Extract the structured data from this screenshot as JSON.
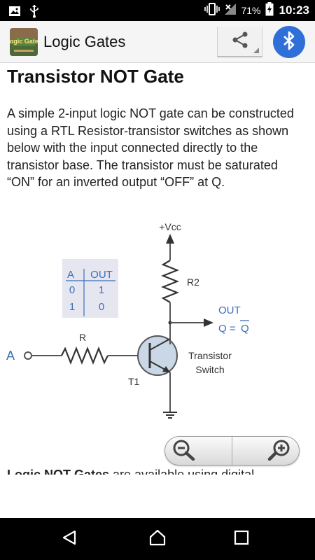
{
  "status_bar": {
    "battery_percent": "71%",
    "time": "10:23",
    "icons": [
      "image-icon",
      "usb-icon",
      "vibrate-icon",
      "signal-off-icon",
      "battery-charging-icon"
    ]
  },
  "app_bar": {
    "icon_text": "Logic Gates",
    "title": "Logic Gates",
    "actions": [
      "share-icon",
      "bluetooth-icon"
    ]
  },
  "content": {
    "heading": "Transistor NOT Gate",
    "paragraph": "A simple 2-input logic NOT gate can be constructed using a RTL Resistor-transistor switches as shown below with the input connected directly to the transistor base. The transistor must be saturated “ON” for an inverted output “OFF” at Q.",
    "next_paragraph_bold": "Logic NOT Gates",
    "next_paragraph_rest": " are available using digital"
  },
  "diagram": {
    "vcc_label": "+Vcc",
    "r2_label": "R2",
    "r_label": "R",
    "t1_label": "T1",
    "input_label": "A",
    "output_label": "OUT",
    "output_expr": "Q = ",
    "output_expr_bar": "Q",
    "transistor_label_1": "Transistor",
    "transistor_label_2": "Switch",
    "truth_table": {
      "headers": [
        "A",
        "OUT"
      ],
      "rows": [
        [
          "0",
          "1"
        ],
        [
          "1",
          "0"
        ]
      ]
    },
    "colors": {
      "wire": "#555555",
      "blue_text": "#3b6fb6",
      "table_bg": "#e6e6f0",
      "transistor_fill": "#c9d7e6"
    }
  },
  "zoom": {
    "icons": [
      "zoom-out-icon",
      "zoom-in-icon"
    ]
  },
  "nav_bar": {
    "icons": [
      "back-icon",
      "home-icon",
      "recents-icon"
    ]
  },
  "colors": {
    "status_bar": "#000000",
    "app_bar": "#f5f5f5",
    "bluetooth": "#2f6fd8",
    "nav_bar": "#000000"
  }
}
